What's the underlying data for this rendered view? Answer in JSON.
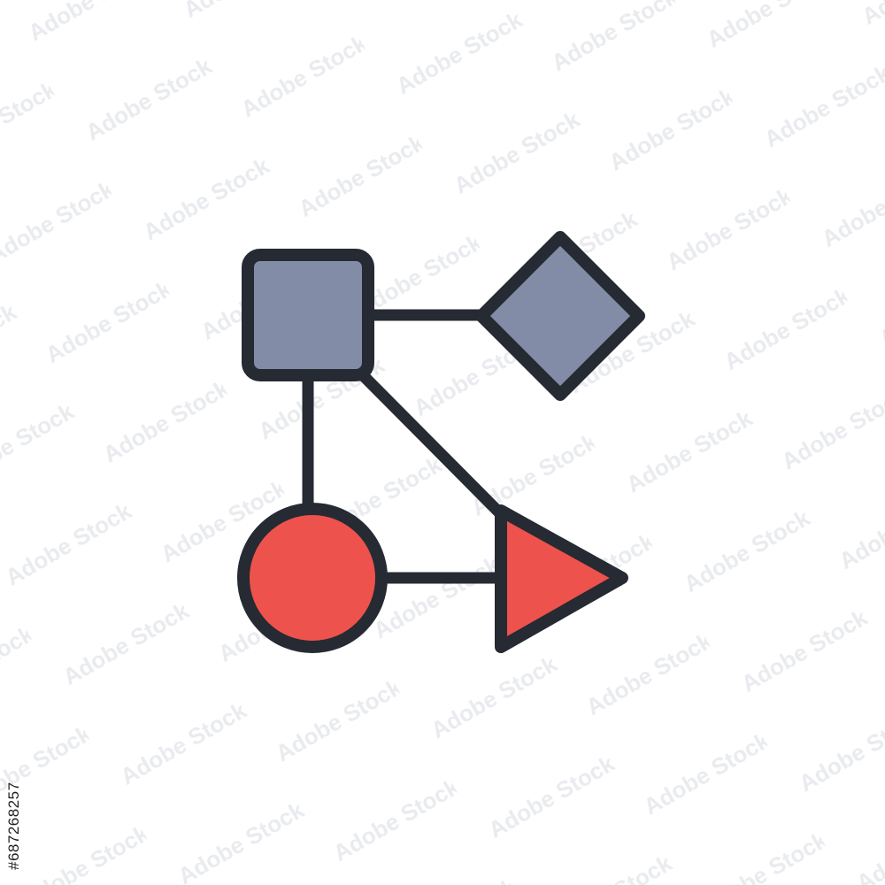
{
  "colors": {
    "background": "#ffffff",
    "stroke": "#252a33",
    "node_gray": "#838ca6",
    "node_red": "#ee524c",
    "watermark": "#e9ebef"
  },
  "watermark": {
    "text": "Adobe Stock"
  },
  "stock_id": {
    "text": "#687268257"
  },
  "diagram": {
    "nodes": [
      {
        "id": "square",
        "shape": "rounded-square",
        "fill": "gray"
      },
      {
        "id": "diamond",
        "shape": "diamond",
        "fill": "gray"
      },
      {
        "id": "circle",
        "shape": "circle",
        "fill": "red"
      },
      {
        "id": "triangle",
        "shape": "triangle-right",
        "fill": "red"
      }
    ],
    "edges": [
      {
        "from": "square",
        "to": "diamond"
      },
      {
        "from": "square",
        "to": "circle"
      },
      {
        "from": "square",
        "to": "triangle"
      },
      {
        "from": "circle",
        "to": "triangle"
      }
    ]
  }
}
